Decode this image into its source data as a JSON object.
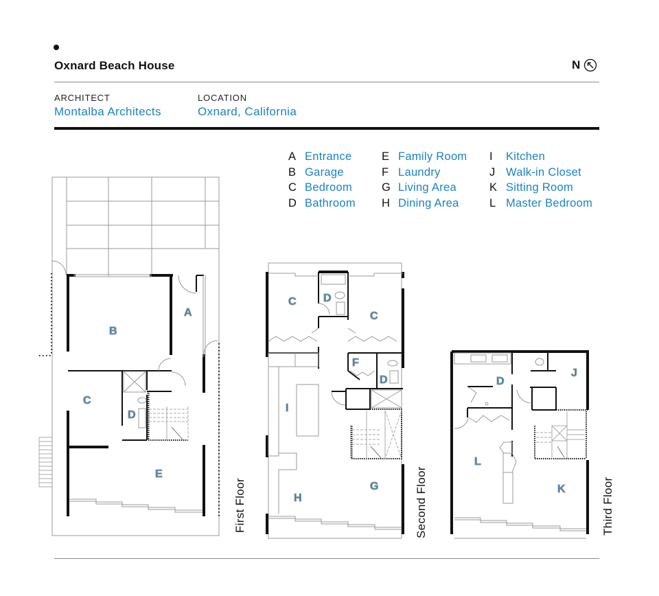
{
  "header": {
    "title": "Oxnard Beach House",
    "north_label": "N",
    "north_icon": "north-arrow-icon"
  },
  "meta": {
    "architect_label": "ARCHITECT",
    "architect_value": "Montalba Architects",
    "location_label": "LOCATION",
    "location_value": "Oxnard, California"
  },
  "legend": [
    {
      "key": "A",
      "label": "Entrance"
    },
    {
      "key": "E",
      "label": "Family Room"
    },
    {
      "key": "I",
      "label": "Kitchen"
    },
    {
      "key": "B",
      "label": "Garage"
    },
    {
      "key": "F",
      "label": "Laundry"
    },
    {
      "key": "J",
      "label": "Walk-in Closet"
    },
    {
      "key": "C",
      "label": "Bedroom"
    },
    {
      "key": "G",
      "label": "Living Area"
    },
    {
      "key": "K",
      "label": "Sitting Room"
    },
    {
      "key": "D",
      "label": "Bathroom"
    },
    {
      "key": "H",
      "label": "Dining Area"
    },
    {
      "key": "L",
      "label": "Master Bedroom"
    }
  ],
  "floors": {
    "first": {
      "label": "First Floor",
      "rooms": [
        "A",
        "B",
        "C",
        "D",
        "E"
      ]
    },
    "second": {
      "label": "Second Floor",
      "rooms": [
        "C",
        "D",
        "C",
        "F",
        "D",
        "I",
        "G",
        "H"
      ]
    },
    "third": {
      "label": "Third Floor",
      "rooms": [
        "D",
        "J",
        "L",
        "K"
      ]
    }
  },
  "colors": {
    "accent": "#1a82c4",
    "wall": "#111111",
    "line": "#8a8a8a"
  }
}
